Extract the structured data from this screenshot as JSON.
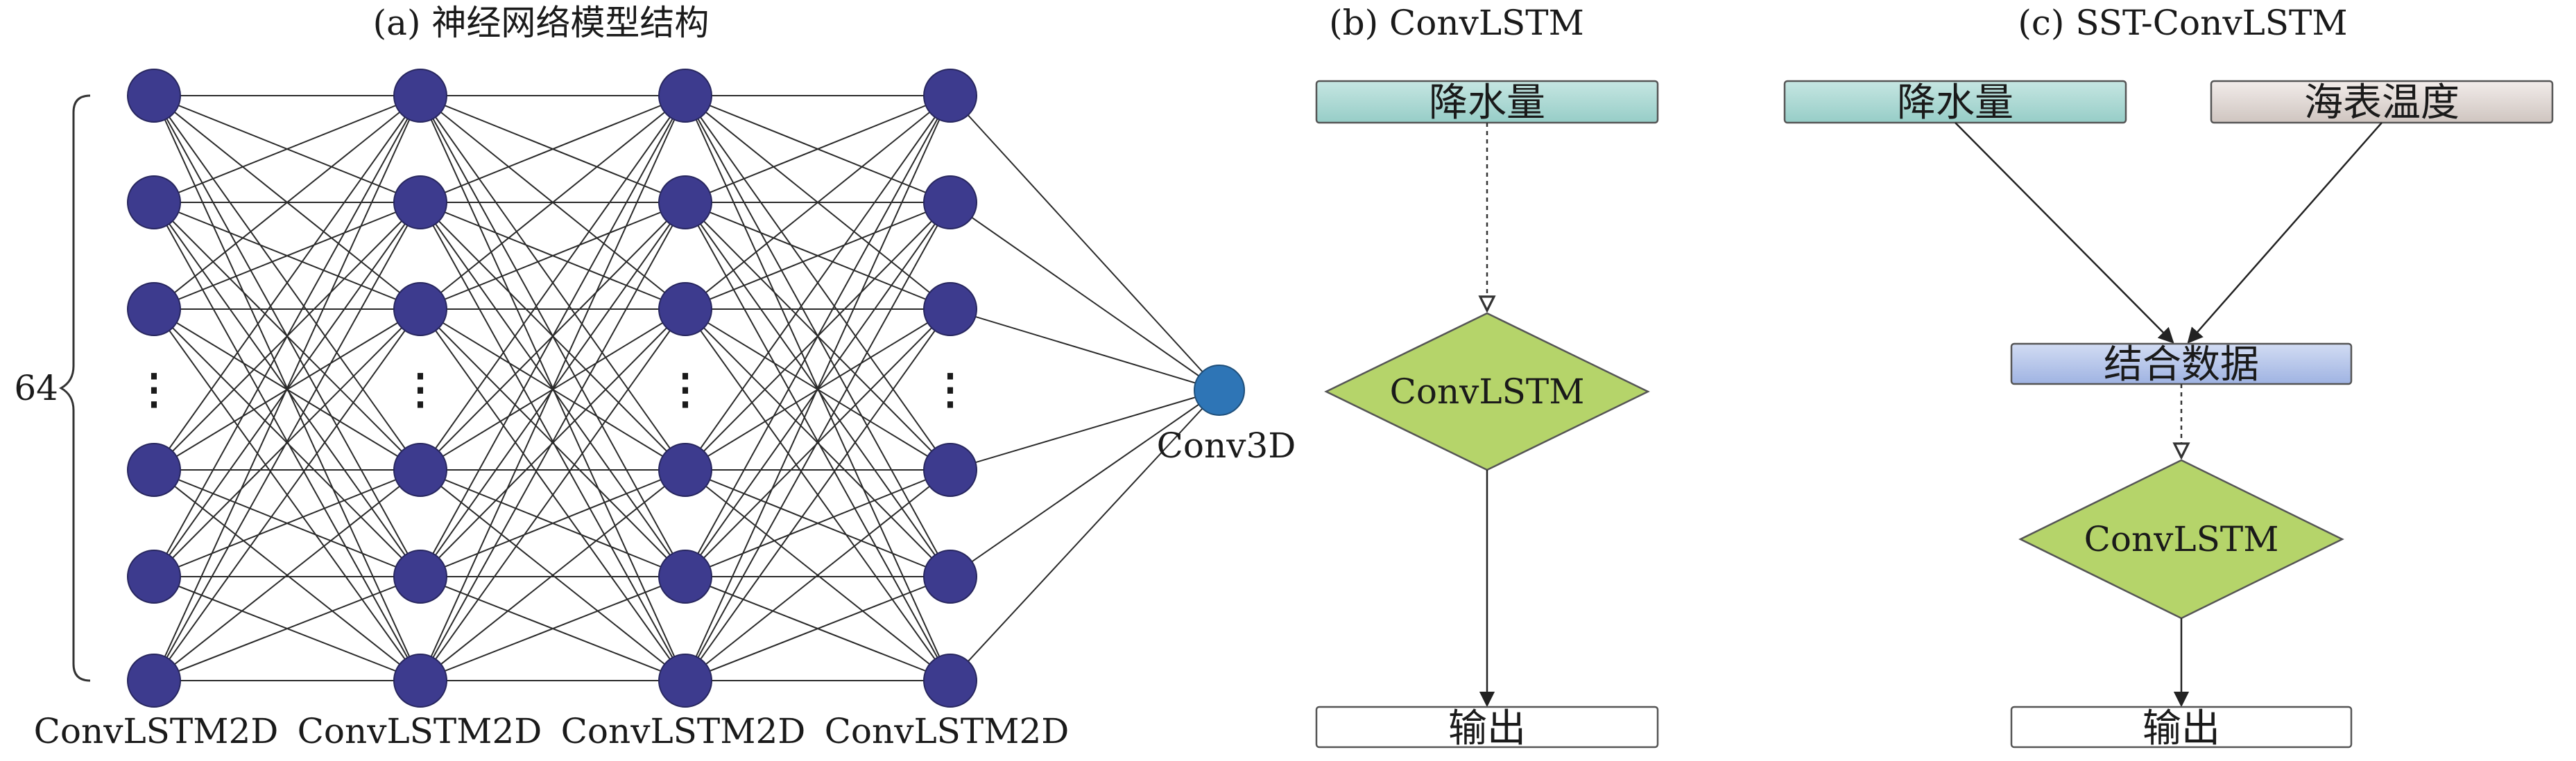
{
  "panel_a": {
    "title": "(a) 神经网络模型结构",
    "node_count_label": "64",
    "layer_labels": [
      "ConvLSTM2D",
      "ConvLSTM2D",
      "ConvLSTM2D",
      "ConvLSTM2D"
    ],
    "output_label": "Conv3D",
    "ellipsis": "⋮",
    "colors": {
      "hidden_node": "#3d3b8e",
      "output_node": "#2e75b6"
    }
  },
  "panel_b": {
    "title": "(b) ConvLSTM",
    "input_label": "降水量",
    "process_label": "ConvLSTM",
    "output_label": "输出"
  },
  "panel_c": {
    "title": "(c) SST-ConvLSTM",
    "input1_label": "降水量",
    "input2_label": "海表温度",
    "combine_label": "结合数据",
    "process_label": "ConvLSTM",
    "output_label": "输出"
  },
  "colors": {
    "input_teal": "#a9d7d2",
    "sst_gray": "#e0d8d3",
    "combine_blue": "#b4c4e8",
    "diamond_green": "#b5d46a"
  }
}
